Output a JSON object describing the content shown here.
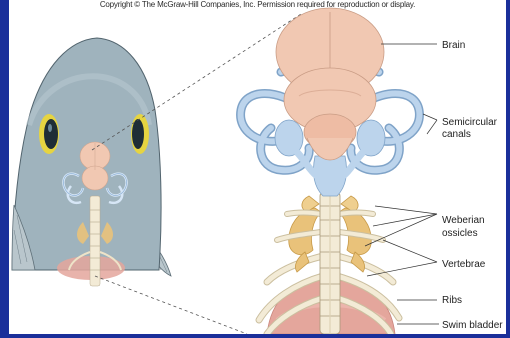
{
  "header": {
    "copyright": "Copyright © The McGraw-Hill Companies, Inc. Permission required for reproduction or display."
  },
  "labels": {
    "brain": "Brain",
    "semicircular_1": "Semicircular",
    "semicircular_2": "canals",
    "weberian_1": "Weberian",
    "weberian_2": "ossicles",
    "vertebrae": "Vertebrae",
    "ribs": "Ribs",
    "swim_bladder": "Swim bladder"
  },
  "colors": {
    "background_border": "#1a2f9a",
    "brain": "#f1c8b2",
    "canals": "#bcd4ec",
    "ossicles": "#e9c27a",
    "bone": "#f3ebd6",
    "swim_bladder": "#e4a69c",
    "fish_head": "#9fb3bd",
    "eye_ring": "#e6d441"
  }
}
